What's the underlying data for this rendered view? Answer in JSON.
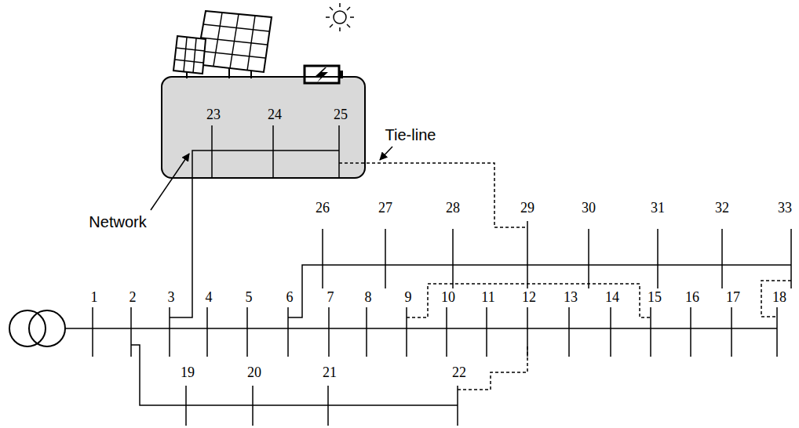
{
  "diagram": {
    "nodes": [
      {
        "text": [
          "23",
          "24",
          "25"
        ]
      }
    ],
    "labels": [
      "Tie-line",
      "26",
      "27",
      "28",
      "29",
      "30",
      "31",
      "32",
      "33",
      "Network",
      "1",
      "2",
      "3",
      "4",
      "5",
      "6",
      "7",
      "8",
      "9",
      "10",
      "11",
      "12",
      "13",
      "14",
      "15",
      "16",
      "17",
      "18",
      "19",
      "20",
      "21",
      "22"
    ]
  }
}
